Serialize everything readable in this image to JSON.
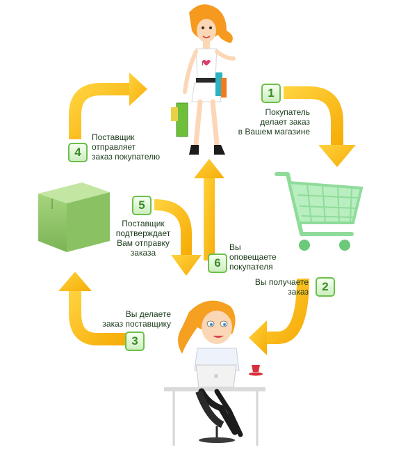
{
  "steps": [
    {
      "number": "1",
      "lines": [
        "Покупатель",
        "делает заказ",
        "в Вашем магазине"
      ]
    },
    {
      "number": "2",
      "lines": [
        "Вы получаете",
        "заказ"
      ]
    },
    {
      "number": "3",
      "lines": [
        "Вы делаете",
        "заказ поставщику"
      ]
    },
    {
      "number": "4",
      "lines": [
        "Поставщик",
        "отправляет",
        "заказ покупателю"
      ]
    },
    {
      "number": "5",
      "lines": [
        "Поставщик",
        "подтверждает",
        "Вам отправку",
        "заказа"
      ]
    },
    {
      "number": "6",
      "lines": [
        "Вы",
        "оповещаете",
        "покупателя"
      ]
    }
  ],
  "colors": {
    "arrow": "#ffc21c",
    "arrow_dark": "#f0a500",
    "badge_border": "#6cbf4a",
    "badge_text": "#3b8a27",
    "box": "#8fc66a",
    "cart": "#8fdc9a",
    "hair": "#f59a1e"
  }
}
